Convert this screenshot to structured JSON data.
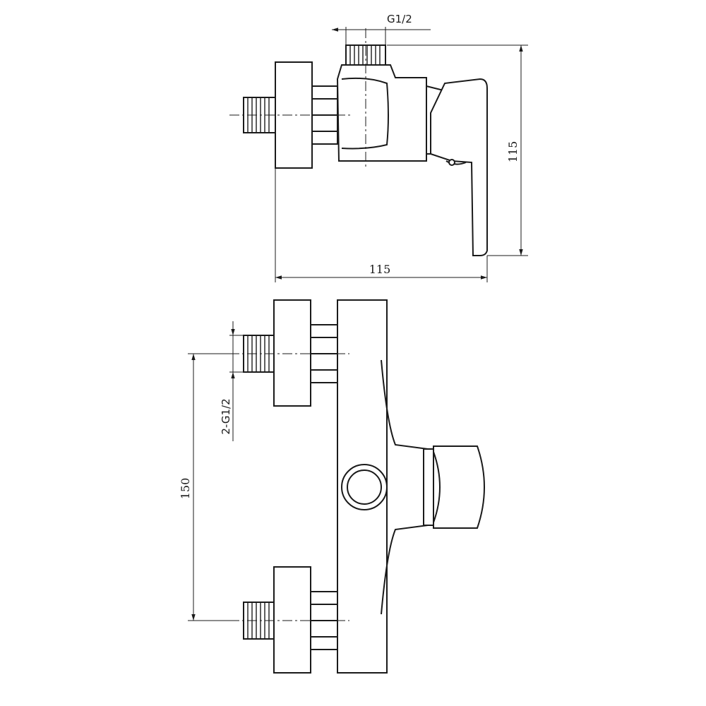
{
  "dimensions": {
    "top_thread": "G1/2",
    "height": "115",
    "depth": "115",
    "inlet_thread": "2-G1/2",
    "inlet_spacing": "150"
  }
}
